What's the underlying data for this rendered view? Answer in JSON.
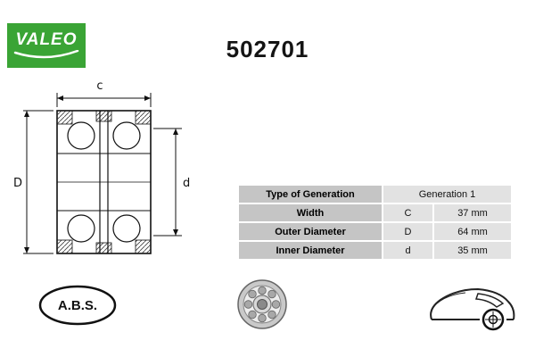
{
  "brand": {
    "logo_text": "VALEO",
    "brand_green": "#3aa435"
  },
  "part_number": "502701",
  "diagram": {
    "dim_width_label": "c",
    "dim_outer_label": "D",
    "dim_inner_label": "d"
  },
  "spec_table": {
    "rows": [
      {
        "label": "Type of Generation",
        "symbol": "",
        "value": "Generation 1"
      },
      {
        "label": "Width",
        "symbol": "C",
        "value": "37 mm"
      },
      {
        "label": "Outer Diameter",
        "symbol": "D",
        "value": "64 mm"
      },
      {
        "label": "Inner Diameter",
        "symbol": "d",
        "value": "35 mm"
      }
    ],
    "label_bg": "#c5c5c5",
    "value_bg": "#e2e2e2"
  },
  "footer_icons": {
    "abs_label": "A.B.S."
  }
}
